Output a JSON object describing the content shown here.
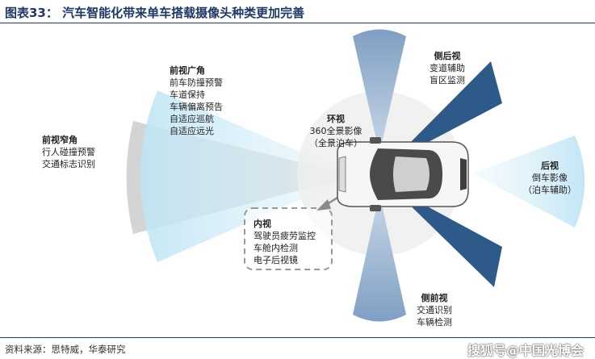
{
  "figure_title": "图表33：  汽车智能化带来单车搭载摄像头种类更加完善",
  "groups": {
    "front_narrow": {
      "title": "前视窄角",
      "lines": [
        "行人碰撞预警",
        "交通标志识别"
      ]
    },
    "front_wide": {
      "title": "前视广角",
      "lines": [
        "前车防撞预警",
        "车道保持",
        "车辆偏离预告",
        "自适应巡航",
        "自适应远光"
      ]
    },
    "surround": {
      "title": "环视",
      "lines": [
        "360全景影像",
        "（全景泊车）"
      ]
    },
    "side_rear": {
      "title": "侧后视",
      "lines": [
        "变道辅助",
        "盲区监测"
      ]
    },
    "rear": {
      "title": "后视",
      "lines": [
        "倒车影像",
        "（泊车辅助）"
      ]
    },
    "interior": {
      "title": "内视",
      "lines": [
        "驾驶员疲劳监控",
        "车舱内检测",
        "电子后视镜"
      ]
    },
    "side_front": {
      "title": "侧前视",
      "lines": [
        "交通识别",
        "车辆检测"
      ]
    }
  },
  "source": "资料来源：思特威，华泰研究",
  "watermark": "搜狐号@中国光博会",
  "colors": {
    "title_blue": "#1f3864",
    "gray_zone": "#d4d4d4",
    "light_blue": "#d6eef8",
    "mid_blue": "#8aa8c8",
    "dark_blue": "#2e5a8a"
  }
}
